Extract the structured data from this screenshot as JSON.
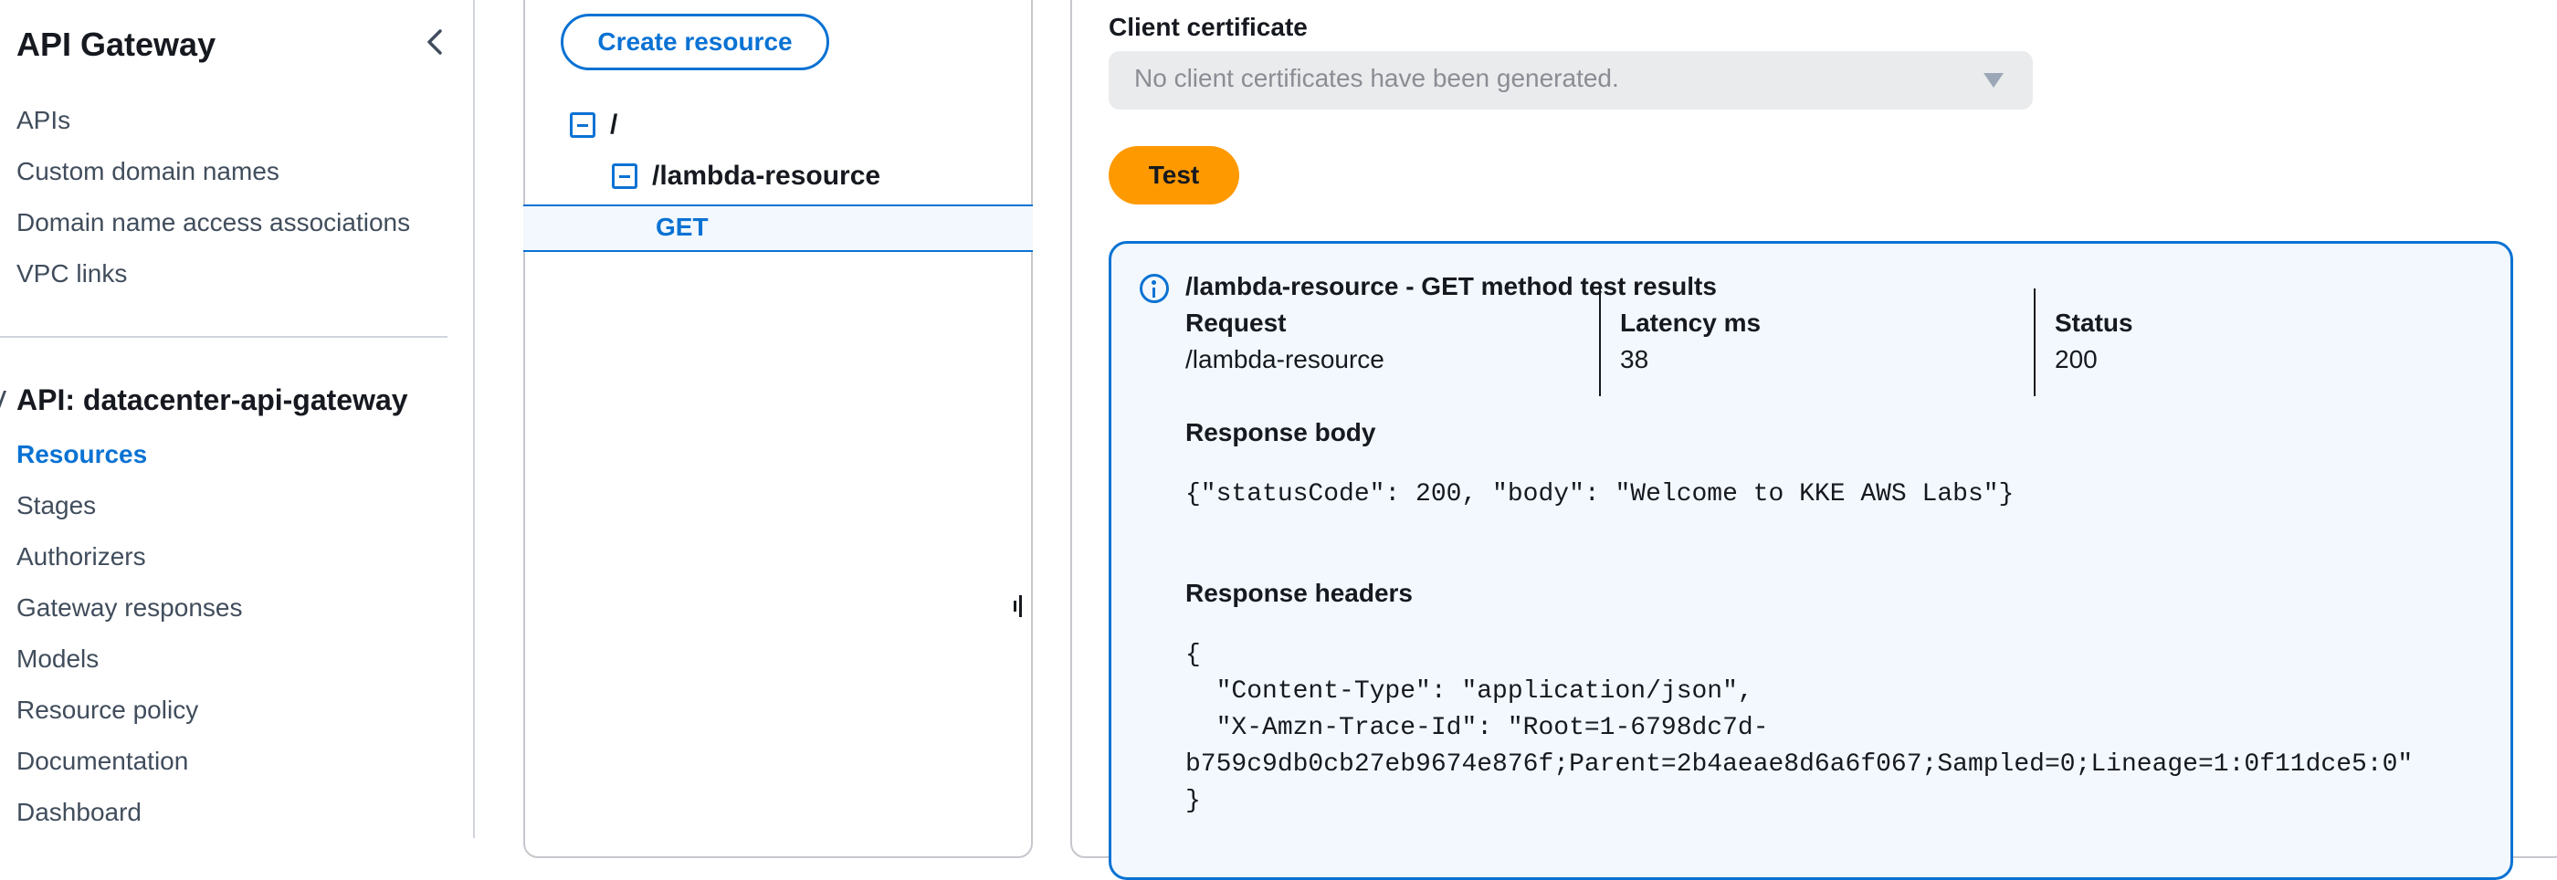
{
  "sidebar": {
    "title": "API Gateway",
    "nav_items": [
      {
        "label": "APIs"
      },
      {
        "label": "Custom domain names"
      },
      {
        "label": "Domain name access associations"
      },
      {
        "label": "VPC links"
      }
    ],
    "api_section_title": "API: datacenter-api-gateway",
    "api_nav_items": [
      {
        "label": "Resources"
      },
      {
        "label": "Stages"
      },
      {
        "label": "Authorizers"
      },
      {
        "label": "Gateway responses"
      },
      {
        "label": "Models"
      },
      {
        "label": "Resource policy"
      },
      {
        "label": "Documentation"
      },
      {
        "label": "Dashboard"
      }
    ]
  },
  "resources": {
    "create_button_label": "Create resource",
    "tree": {
      "root": "/",
      "child": "/lambda-resource",
      "method": "GET"
    }
  },
  "main": {
    "client_certificate": {
      "label": "Client certificate",
      "placeholder": "No client certificates have been generated."
    },
    "test_button_label": "Test",
    "results": {
      "title": "/lambda-resource - GET method test results",
      "request": {
        "label": "Request",
        "value": "/lambda-resource"
      },
      "latency": {
        "label": "Latency ms",
        "value": "38"
      },
      "status": {
        "label": "Status",
        "value": "200"
      },
      "response_body_label": "Response body",
      "response_body": "{\"statusCode\": 200, \"body\": \"Welcome to KKE AWS Labs\"}",
      "response_headers_label": "Response headers",
      "response_headers_lines": [
        "{",
        "  \"Content-Type\": \"application/json\",",
        "  \"X-Amzn-Trace-Id\": \"Root=1-6798dc7d-",
        "b759c9db0cb27eb9674e876f;Parent=2b4aeae8d6a6f067;Sampled=0;Lineage=1:0f11dce5:0\"",
        "}"
      ]
    }
  },
  "colors": {
    "accent": "#0972d3",
    "test_button": "#ff9900",
    "results_bg": "#f2f8fd"
  }
}
